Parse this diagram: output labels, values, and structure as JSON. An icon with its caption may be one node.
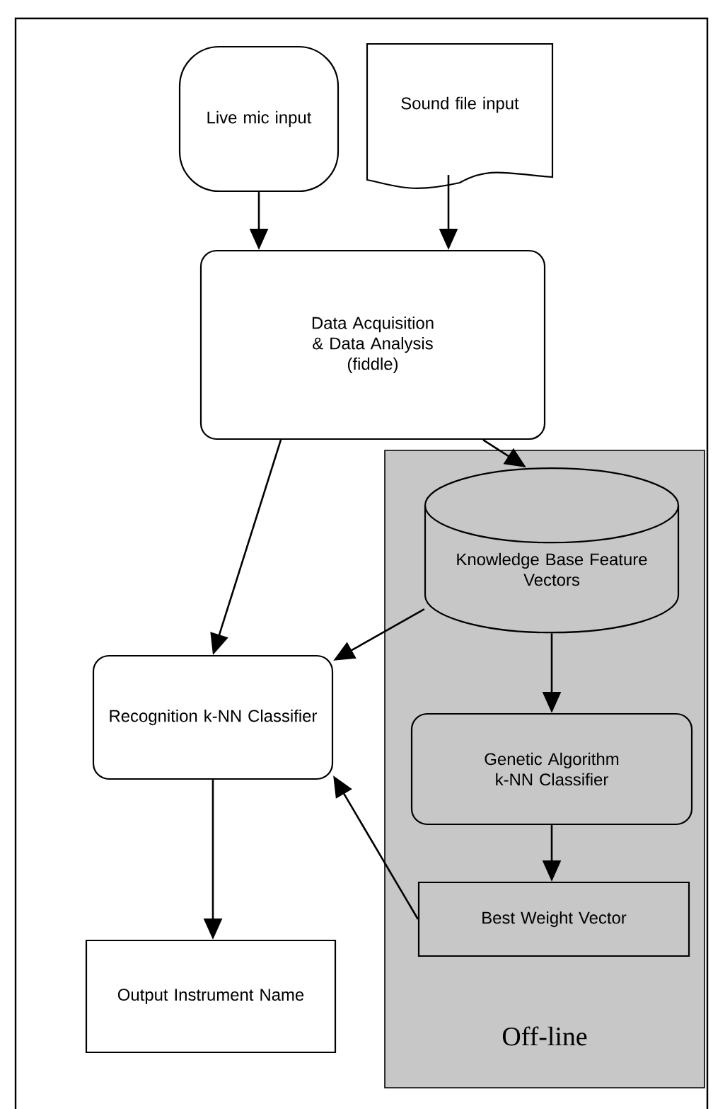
{
  "diagram": {
    "nodes": [
      {
        "text": [
          "Live mic input"
        ]
      },
      {
        "text": [
          "Sound file input"
        ]
      },
      {
        "text": [
          "Data Acquisition & Data Analysis (fiddle)"
        ]
      },
      {
        "text": [
          "Off-line"
        ]
      },
      {
        "text": [
          "Knowledge Base Feature Vectors"
        ],
        "in": 3
      },
      {
        "text": [
          "Recognition k-NN Classifier"
        ]
      },
      {
        "text": [
          "Genetic Algorithm k-NN Classifier"
        ],
        "in": 3
      },
      {
        "text": [
          "Best Weight Vector"
        ],
        "in": 3
      },
      {
        "text": [
          "Output Instrument Name"
        ]
      }
    ],
    "edges": [
      {
        "from": 0,
        "to": 2,
        "arrow": "to"
      },
      {
        "from": 1,
        "to": 2,
        "arrow": "to"
      },
      {
        "from": 2,
        "to": 4,
        "arrow": "to"
      },
      {
        "from": 2,
        "to": 5,
        "arrow": "to"
      },
      {
        "from": 4,
        "to": 5,
        "arrow": "to"
      },
      {
        "from": 4,
        "to": 6,
        "arrow": "to"
      },
      {
        "from": 6,
        "to": 7,
        "arrow": "to"
      },
      {
        "from": 7,
        "to": 5,
        "arrow": "to"
      },
      {
        "from": 5,
        "to": 8,
        "arrow": "to"
      }
    ]
  }
}
